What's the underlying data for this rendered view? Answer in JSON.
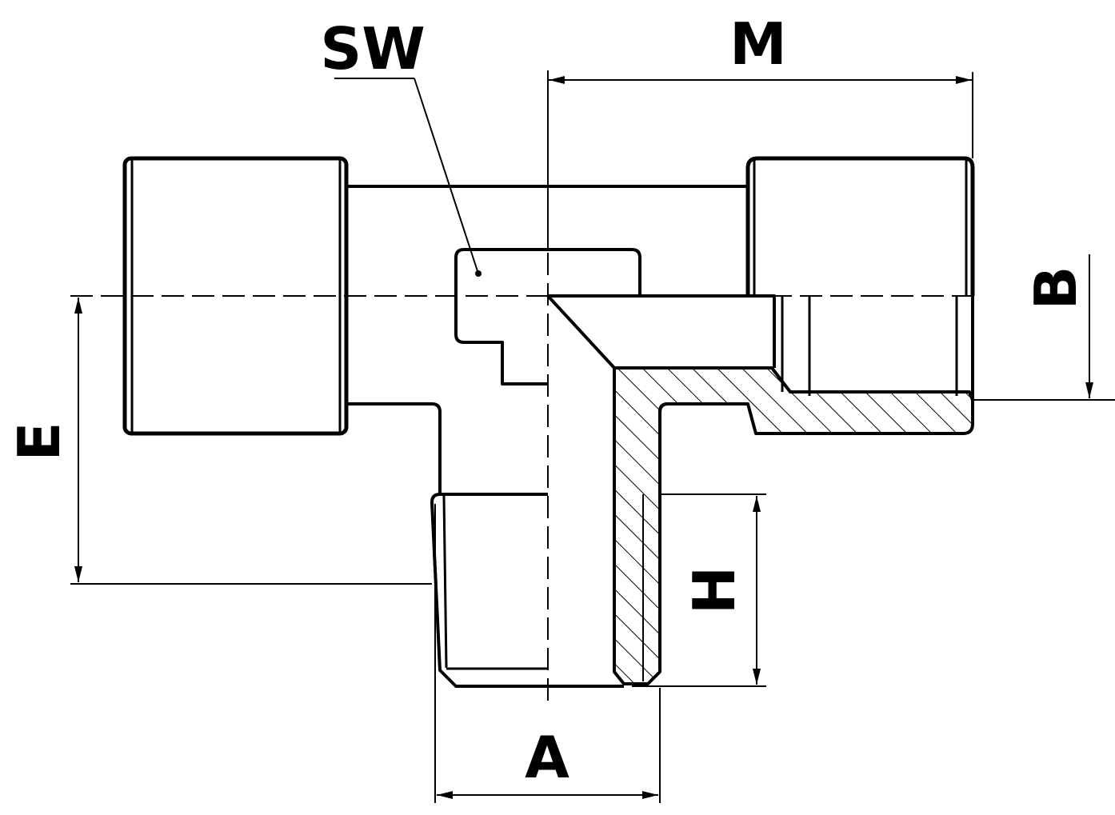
{
  "drawing": {
    "labels": {
      "sw": "SW",
      "m": "M",
      "b": "B",
      "e": "E",
      "h": "H",
      "a": "A"
    },
    "colors": {
      "line": "#000000",
      "background": "#ffffff"
    }
  }
}
